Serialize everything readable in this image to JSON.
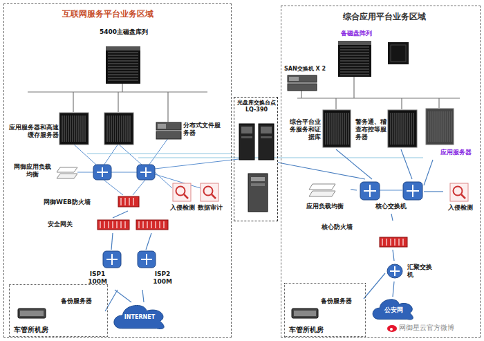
{
  "diagram": {
    "nodes": [
      {
        "text": [
          "互联网服务平台业务区域"
        ]
      },
      {
        "text": [
          "5400主磁盘库列"
        ],
        "in": 0
      },
      {
        "text": [
          "应用服务器和高速缓存服务器"
        ],
        "in": 0
      },
      {
        "text": [
          "分布式文件服务器"
        ],
        "in": 0
      },
      {
        "text": [
          "网御应用负载均衡"
        ],
        "in": 0
      },
      {
        "text": [
          "网御WEB防火墙"
        ],
        "in": 0
      },
      {
        "text": [
          "入侵检测"
        ],
        "in": 0
      },
      {
        "text": [
          "数据审计"
        ],
        "in": 0
      },
      {
        "text": [
          "安全网关"
        ],
        "in": 0
      },
      {
        "text": [
          "ISP1 100M"
        ],
        "in": 0
      },
      {
        "text": [
          "ISP2 100M"
        ],
        "in": 0
      },
      {
        "text": [
          "INTERNET"
        ],
        "in": 0
      },
      {
        "text": [
          "车管所机房"
        ],
        "in": 0
      },
      {
        "text": [
          "备份服务器"
        ],
        "in": 12
      },
      {
        "text": [
          "光盘库交换台点LQ-390"
        ]
      },
      {
        "text": [
          "综合应用平台业务区域"
        ]
      },
      {
        "text": [
          "备磁盘阵列"
        ],
        "in": 15
      },
      {
        "text": [
          "SAN交换机 X 2"
        ],
        "in": 15
      },
      {
        "text": [
          "综合平台业务服务和证据库"
        ],
        "in": 15
      },
      {
        "text": [
          "警务通、稽查布控等服务器"
        ],
        "in": 15
      },
      {
        "text": [
          "应用服务器"
        ],
        "in": 15
      },
      {
        "text": [
          "应用负载均衡"
        ],
        "in": 15
      },
      {
        "text": [
          "核心交换机"
        ],
        "in": 15
      },
      {
        "text": [
          "入侵检测"
        ],
        "in": 15
      },
      {
        "text": [
          "核心防火墙"
        ],
        "in": 15
      },
      {
        "text": [
          "汇聚交换机"
        ],
        "in": 15
      },
      {
        "text": [
          "公安网"
        ],
        "in": 15
      },
      {
        "text": [
          "车管所机房"
        ],
        "in": 15
      },
      {
        "text": [
          "备份服务器"
        ],
        "in": 27
      }
    ],
    "edges": [
      {
        "from": 5,
        "to": 8,
        "arrow": "none"
      },
      {
        "from": 8,
        "to": 9,
        "arrow": "none"
      },
      {
        "from": 8,
        "to": 10,
        "arrow": "none"
      },
      {
        "from": 9,
        "to": 11,
        "arrow": "none"
      },
      {
        "from": 10,
        "to": 11,
        "arrow": "none"
      },
      {
        "from": 13,
        "to": 9,
        "arrow": "none"
      },
      {
        "from": 14,
        "to": 22,
        "arrow": "none"
      },
      {
        "from": 18,
        "to": 22,
        "arrow": "none"
      },
      {
        "from": 19,
        "to": 22,
        "arrow": "none"
      },
      {
        "from": 20,
        "to": 22,
        "arrow": "none"
      },
      {
        "from": 21,
        "to": 22,
        "arrow": "none"
      },
      {
        "from": 23,
        "to": 22,
        "arrow": "none"
      },
      {
        "from": 22,
        "to": 24,
        "arrow": "none"
      },
      {
        "from": 24,
        "to": 25,
        "arrow": "none"
      },
      {
        "from": 28,
        "to": 25,
        "arrow": "none"
      },
      {
        "from": 25,
        "to": 26,
        "arrow": "none"
      }
    ],
    "labels": [
      "网御星云官方微博"
    ]
  }
}
